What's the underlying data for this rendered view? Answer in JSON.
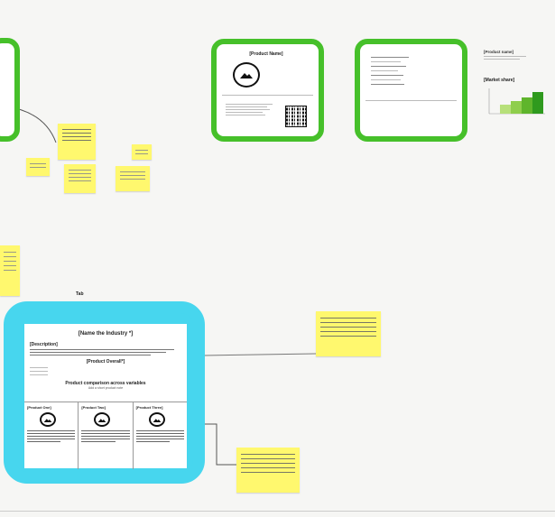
{
  "board": {
    "top_mid_card": {
      "title": "[Product Name]",
      "icon": "image-placeholder-icon"
    },
    "top_right_card": {
      "list_rows": 6
    },
    "chart_widget": {
      "title": "[Product name]",
      "subtitle": "[Market share]",
      "bars": [
        {
          "value": 0.35,
          "color": "#b7e07a"
        },
        {
          "value": 0.5,
          "color": "#8fce4c"
        },
        {
          "value": 0.65,
          "color": "#5fb52c"
        },
        {
          "value": 0.85,
          "color": "#2f9a1e"
        }
      ]
    },
    "main_card": {
      "title": "[Name the Industry *]",
      "description_label": "[Description]",
      "subheading": "[Product Overall*]",
      "section_heading": "Product comparison across variables",
      "section_sub": "Add a short product note",
      "columns": [
        {
          "title": "[Product One]",
          "icon": "image-placeholder-icon"
        },
        {
          "title": "[Product Two]",
          "icon": "image-placeholder-icon"
        },
        {
          "title": "[Product Three]",
          "icon": "image-placeholder-icon"
        }
      ]
    },
    "small_label": "Tab",
    "colors": {
      "green_frame": "#46c02a",
      "cyan_frame": "#47d6ee",
      "sticky": "#fff86e"
    }
  }
}
